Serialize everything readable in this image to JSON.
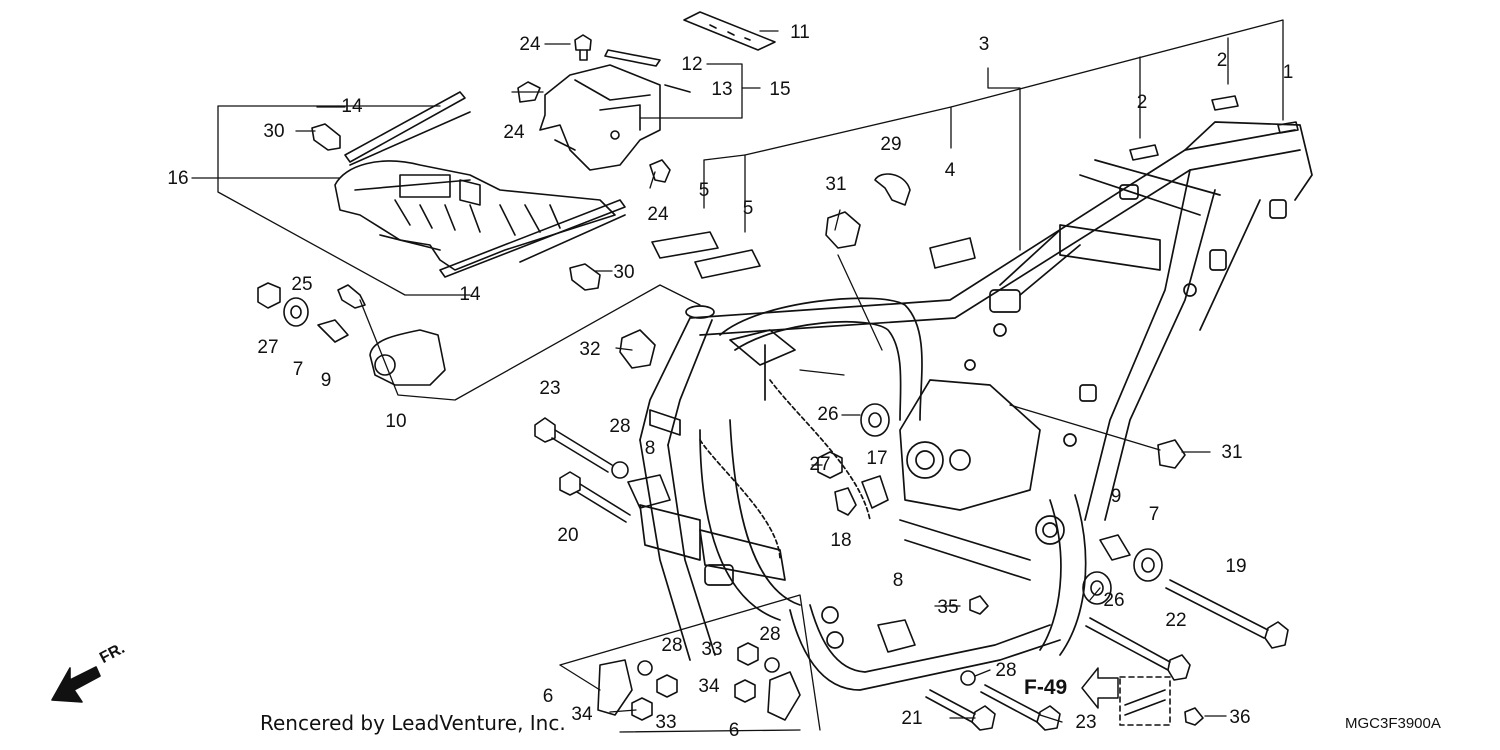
{
  "diagram": {
    "caption": "Rencered by LeadVenture, Inc.",
    "code": "MGC3F3900A",
    "cross_reference": "F-49",
    "front_marker": "FR.",
    "callouts": [
      {
        "n": "1"
      },
      {
        "n": "2"
      },
      {
        "n": "2"
      },
      {
        "n": "3"
      },
      {
        "n": "4"
      },
      {
        "n": "5"
      },
      {
        "n": "5"
      },
      {
        "n": "6"
      },
      {
        "n": "6"
      },
      {
        "n": "7"
      },
      {
        "n": "7"
      },
      {
        "n": "8"
      },
      {
        "n": "8"
      },
      {
        "n": "9"
      },
      {
        "n": "9"
      },
      {
        "n": "10"
      },
      {
        "n": "11"
      },
      {
        "n": "12"
      },
      {
        "n": "13"
      },
      {
        "n": "14"
      },
      {
        "n": "14"
      },
      {
        "n": "15"
      },
      {
        "n": "16"
      },
      {
        "n": "17"
      },
      {
        "n": "18"
      },
      {
        "n": "19"
      },
      {
        "n": "20"
      },
      {
        "n": "21"
      },
      {
        "n": "22"
      },
      {
        "n": "23"
      },
      {
        "n": "23"
      },
      {
        "n": "24"
      },
      {
        "n": "24"
      },
      {
        "n": "24"
      },
      {
        "n": "25"
      },
      {
        "n": "26"
      },
      {
        "n": "26"
      },
      {
        "n": "27"
      },
      {
        "n": "27"
      },
      {
        "n": "28"
      },
      {
        "n": "28"
      },
      {
        "n": "28"
      },
      {
        "n": "28"
      },
      {
        "n": "29"
      },
      {
        "n": "30"
      },
      {
        "n": "30"
      },
      {
        "n": "31"
      },
      {
        "n": "31"
      },
      {
        "n": "32"
      },
      {
        "n": "33"
      },
      {
        "n": "33"
      },
      {
        "n": "34"
      },
      {
        "n": "34"
      },
      {
        "n": "35"
      },
      {
        "n": "36"
      }
    ]
  }
}
